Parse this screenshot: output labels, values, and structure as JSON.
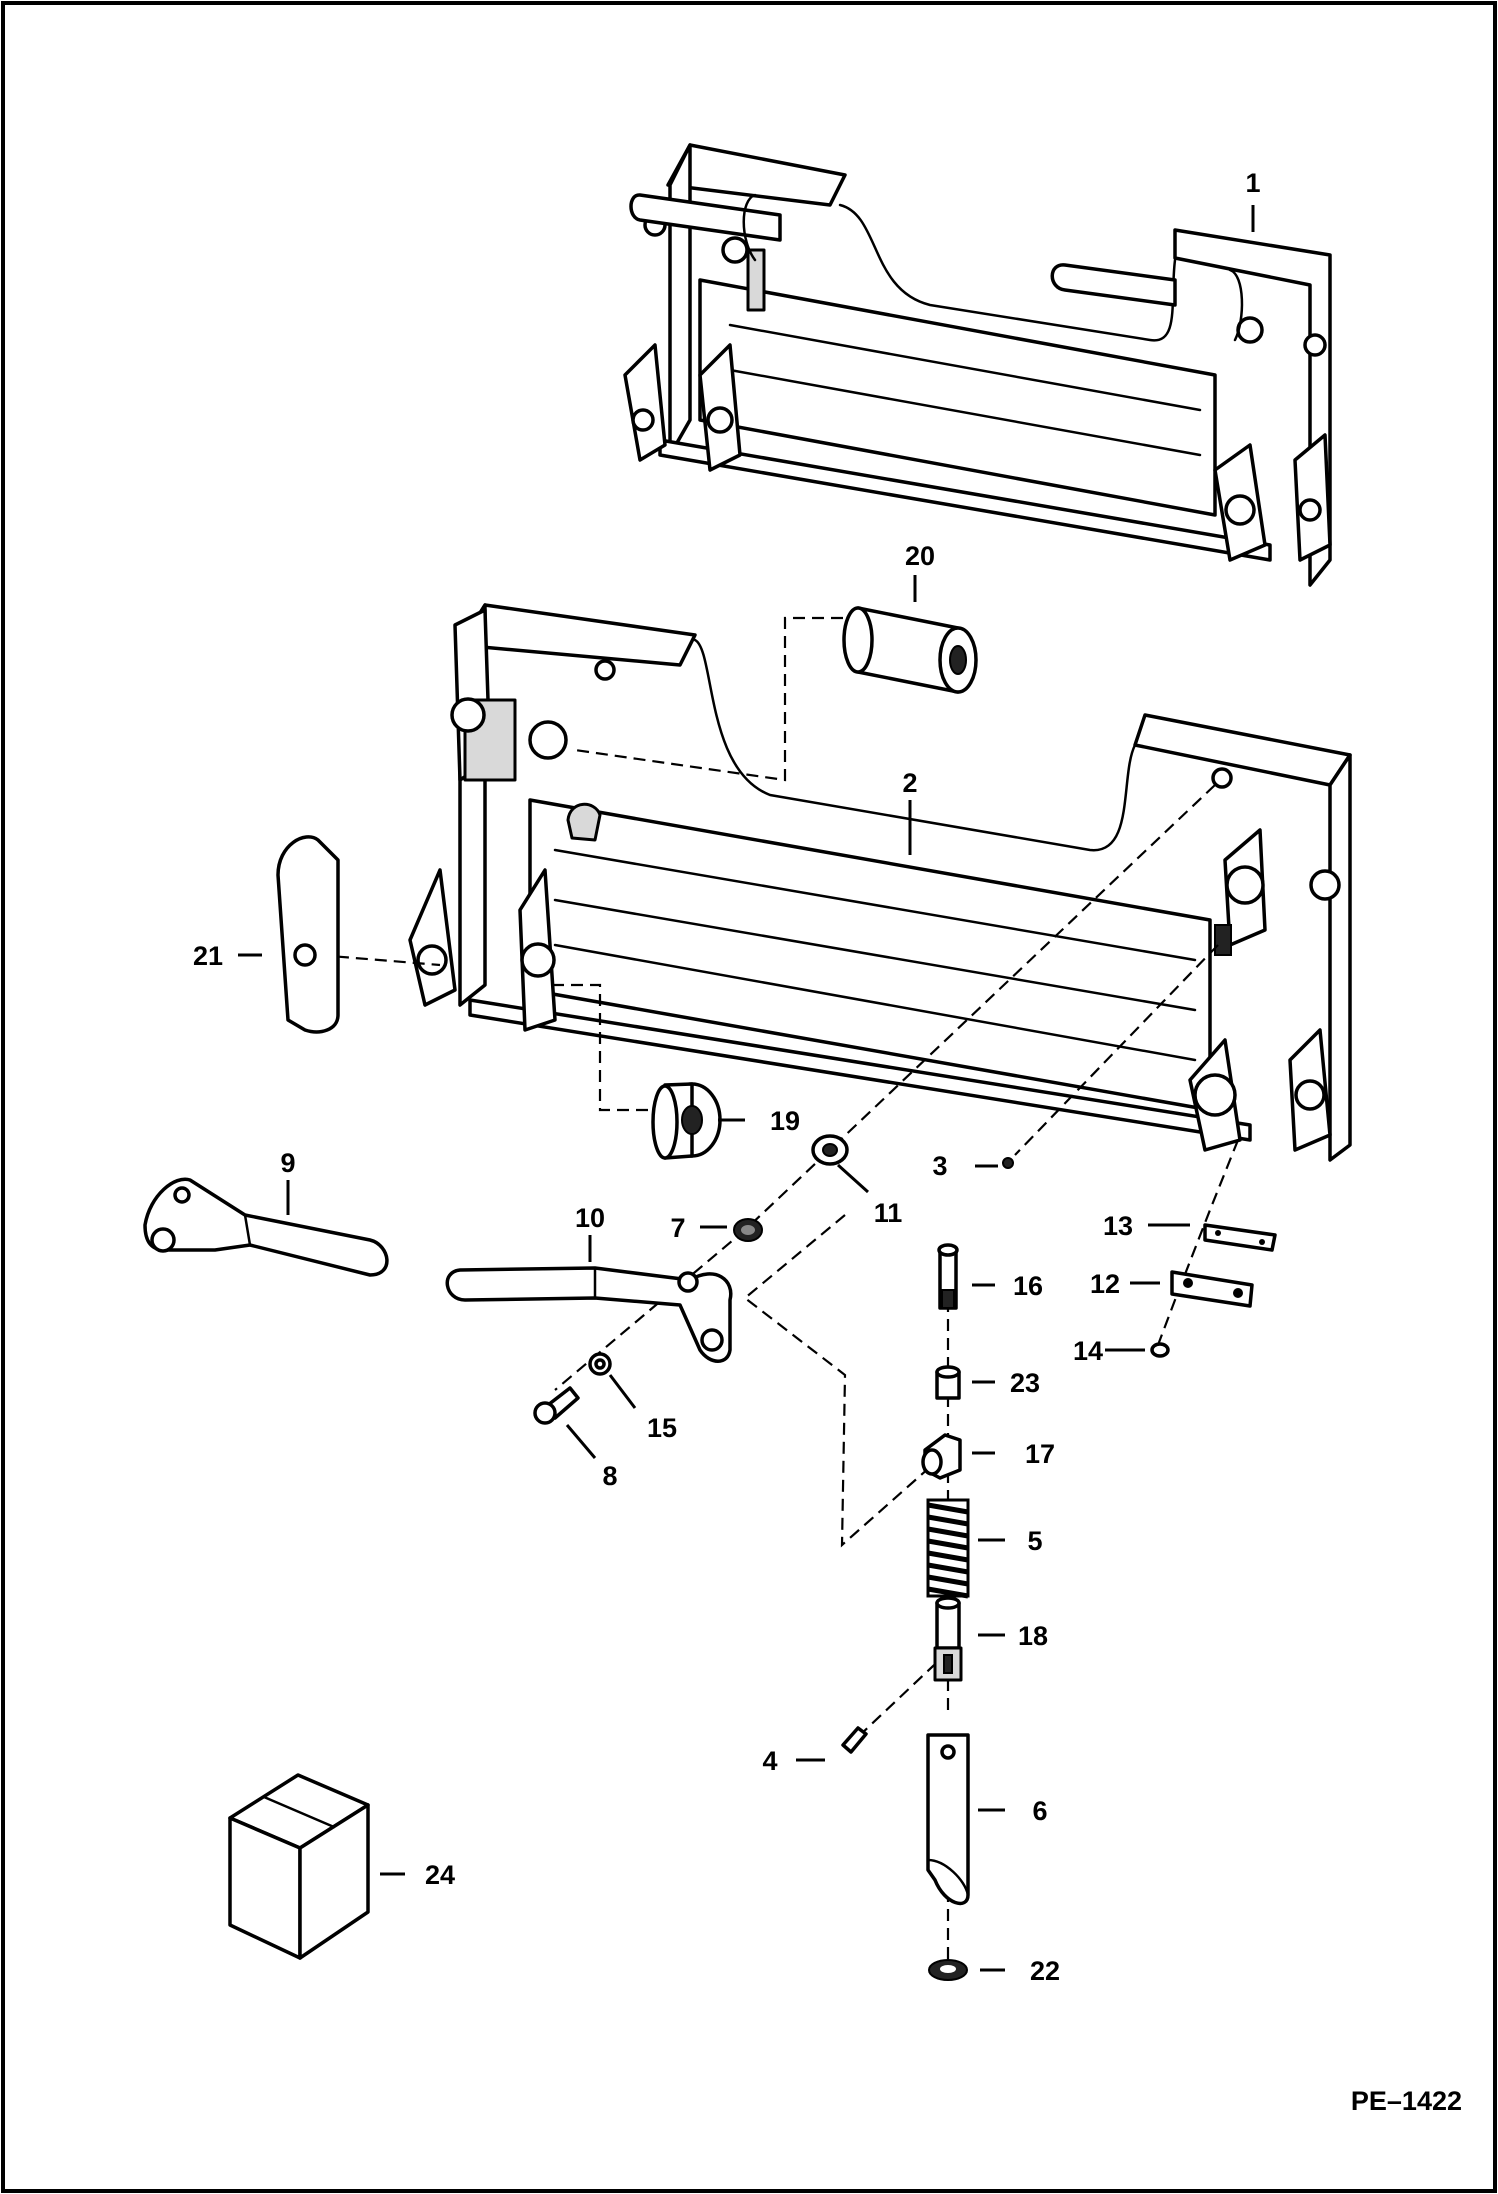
{
  "callouts": [
    {
      "id": "1",
      "label": "1"
    },
    {
      "id": "2",
      "label": "2"
    },
    {
      "id": "3",
      "label": "3"
    },
    {
      "id": "4",
      "label": "4"
    },
    {
      "id": "5",
      "label": "5"
    },
    {
      "id": "6",
      "label": "6"
    },
    {
      "id": "7",
      "label": "7"
    },
    {
      "id": "8",
      "label": "8"
    },
    {
      "id": "9",
      "label": "9"
    },
    {
      "id": "10",
      "label": "10"
    },
    {
      "id": "11",
      "label": "11"
    },
    {
      "id": "12",
      "label": "12"
    },
    {
      "id": "13",
      "label": "13"
    },
    {
      "id": "14",
      "label": "14"
    },
    {
      "id": "15",
      "label": "15"
    },
    {
      "id": "16",
      "label": "16"
    },
    {
      "id": "17",
      "label": "17"
    },
    {
      "id": "18",
      "label": "18"
    },
    {
      "id": "19",
      "label": "19"
    },
    {
      "id": "20",
      "label": "20"
    },
    {
      "id": "21",
      "label": "21"
    },
    {
      "id": "22",
      "label": "22"
    },
    {
      "id": "23",
      "label": "23"
    },
    {
      "id": "24",
      "label": "24"
    }
  ],
  "drawing_ref": "PE–1422"
}
